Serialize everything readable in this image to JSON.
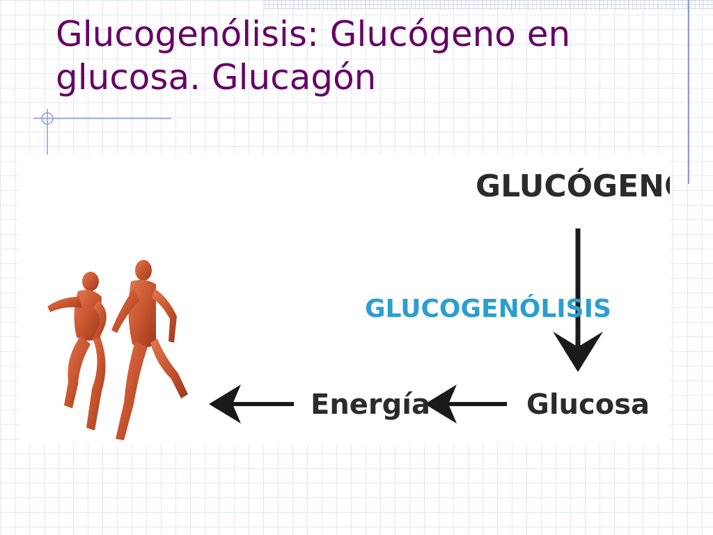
{
  "slide": {
    "title_line1": "Glucogenólisis: Glucógeno en",
    "title_line2": "glucosa.  Glucagón"
  },
  "diagram": {
    "source": "GLUCÓGENO",
    "process": "GLUCOGENÓLISIS",
    "product": "Glucosa",
    "output": "Energía",
    "figures_icon": "running-muscle-figures-icon"
  },
  "colors": {
    "title": "#660066",
    "process_label": "#2a9fcf",
    "dark_text": "#2b2b2b",
    "arrows": "#1a1a1a",
    "muscle": "#c8552f",
    "grid": "#e3e7f1",
    "accent_line": "#8e9bd1"
  }
}
